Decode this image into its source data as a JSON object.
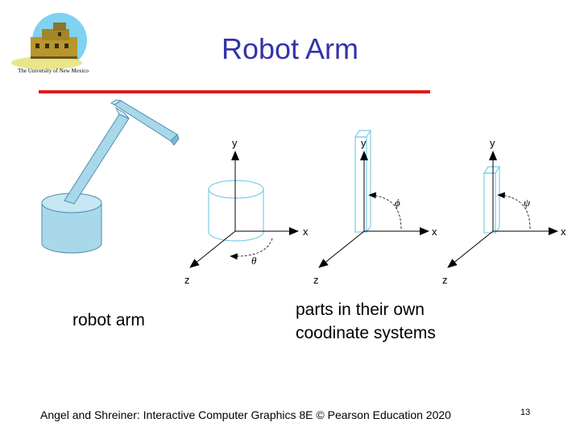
{
  "header": {
    "title": "Robot Arm",
    "logo_text": "The University of New Mexico"
  },
  "captions": {
    "left": "robot arm",
    "right_line1": "parts in their own",
    "right_line2": "coodinate systems"
  },
  "diagram_labels": {
    "panel2": {
      "y": "y",
      "x": "x",
      "z": "z",
      "angle": "θ"
    },
    "panel3": {
      "y": "y",
      "x": "x",
      "z": "z",
      "angle": "ϕ"
    },
    "panel4": {
      "y": "y",
      "x": "x",
      "z": "z",
      "angle": "ψ"
    }
  },
  "footer": {
    "text": "Angel and Shreiner: Interactive Computer Graphics 8E © Pearson Education 2020",
    "page_number": "13"
  },
  "colors": {
    "title": "#3333aa",
    "rule": "#e01b1b",
    "part_fill": "#a9d8ea",
    "part_stroke": "#4a8fb0",
    "outline": "#7ecbe6"
  }
}
